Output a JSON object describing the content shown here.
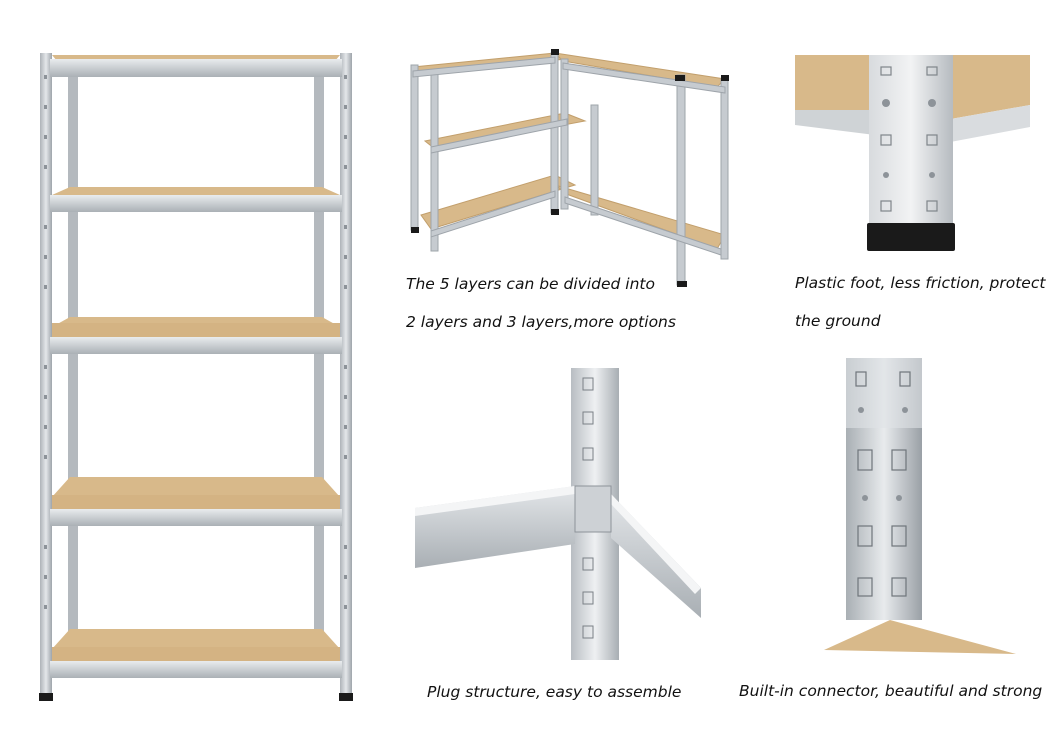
{
  "captions": {
    "divide_line1": "The 5 layers can be divided into",
    "divide_line2": "2 layers and 3 layers,more options",
    "foot_line1": "Plastic foot, less friction, protect",
    "foot_line2": "the ground",
    "plug": "Plug structure, easy to assemble",
    "connector": "Built-in connector, beautiful and strong"
  },
  "colors": {
    "steel": "#c9cdd1",
    "steel_dark": "#9ea4aa",
    "board": "#d8b98a",
    "board_edge": "#c29f6c",
    "foot": "#1a1a1a"
  }
}
